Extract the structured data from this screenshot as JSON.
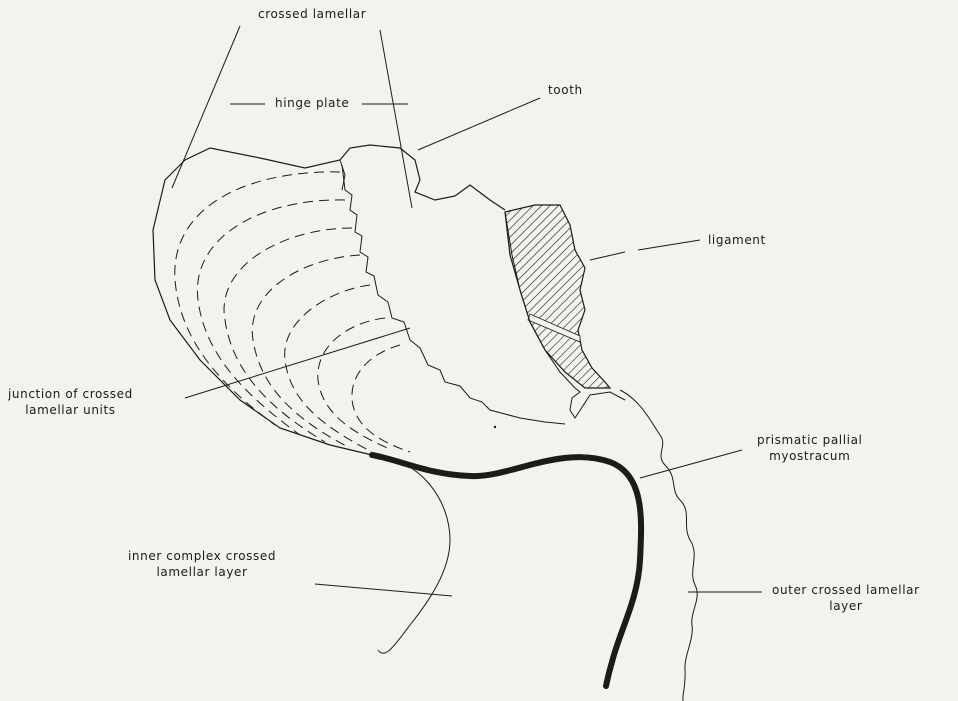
{
  "labels": {
    "crossed_lamellar": "crossed lamellar",
    "hinge_plate": "hinge plate",
    "tooth": "tooth",
    "ligament": "ligament",
    "junction_line1": "junction of crossed",
    "junction_line2": "lamellar units",
    "prismatic_line1": "prismatic pallial",
    "prismatic_line2": "myostracum",
    "inner_line1": "inner complex crossed",
    "inner_line2": "lamellar layer",
    "outer_line1": "outer crossed lamellar",
    "outer_line2": "layer"
  },
  "colors": {
    "background": "#f3f2ec",
    "ink": "#1b1b1b"
  }
}
